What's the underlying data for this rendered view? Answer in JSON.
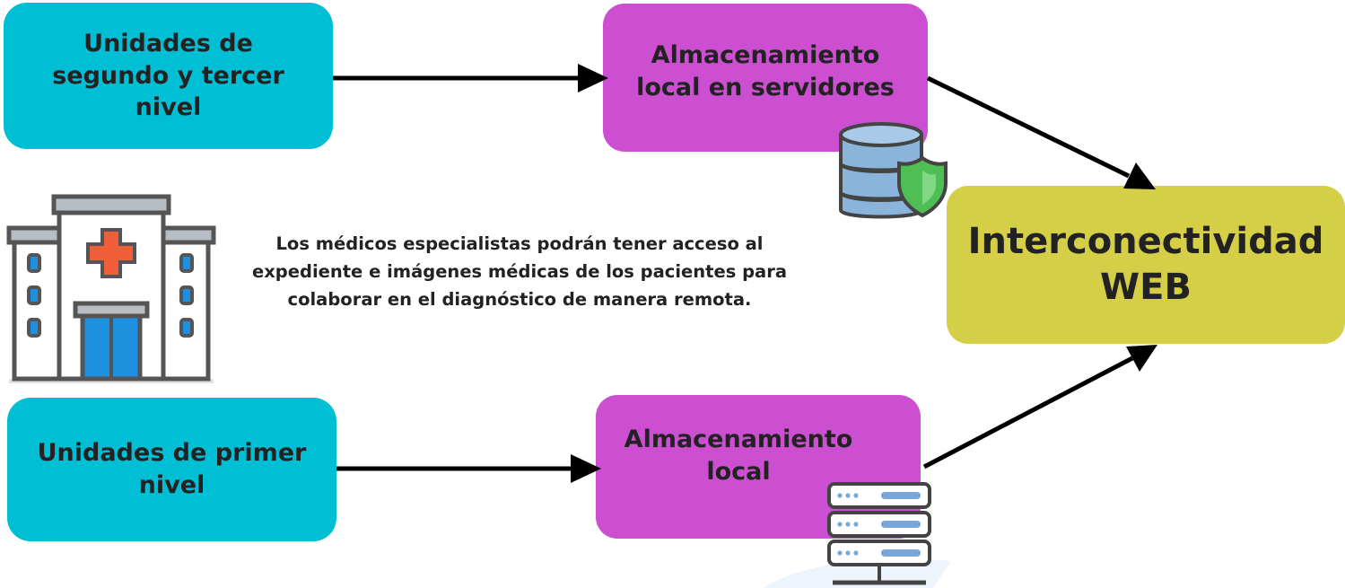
{
  "nodes": {
    "segundo_tercer_nivel": "Unidades de\nsegundo y tercer\nnivel",
    "primer_nivel": "Unidades de primer\nnivel",
    "almacenamiento_servidores": "Almacenamiento\nlocal en servidores",
    "almacenamiento_local": "Almacenamiento\nlocal",
    "interconectividad": "Interconectividad\nWEB"
  },
  "description": "Los médicos especialistas podrán tener acceso al\nexpediente e imágenes médicas de los pacientes para\ncolaborar en el diagnóstico de manera remota.",
  "colors": {
    "units": "#00bed3",
    "storage": "#cd4fd1",
    "web": "#d4cf47",
    "arrow": "#000000"
  },
  "icons": [
    "hospital-icon",
    "database-shield-icon",
    "server-rack-icon"
  ]
}
